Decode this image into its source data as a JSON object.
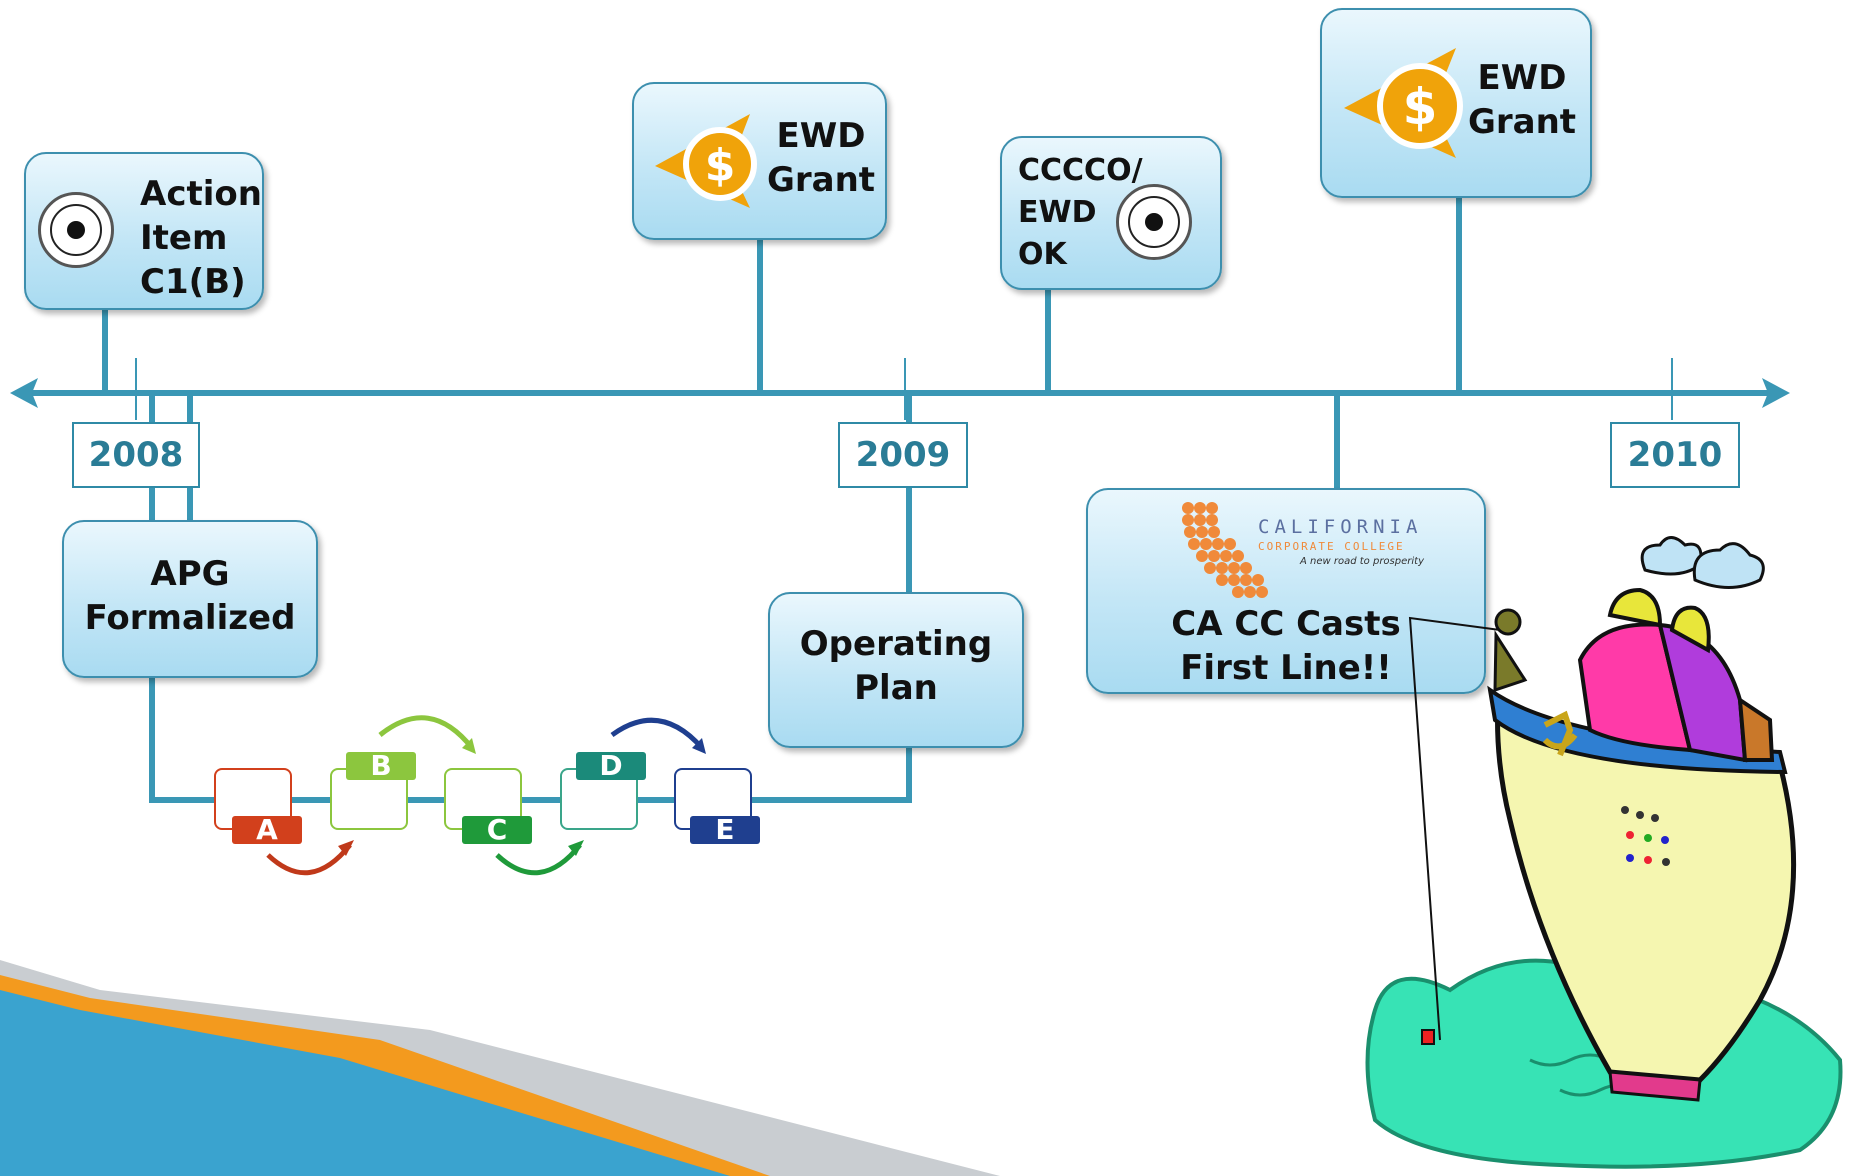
{
  "years": [
    "2008",
    "2009",
    "2010"
  ],
  "events": {
    "action_item": {
      "line1": "Action",
      "line2": "Item",
      "line3": "C1(B)"
    },
    "ewd_grant_1": {
      "line1": "EWD",
      "line2": "Grant"
    },
    "cccco": {
      "line1": "CCCCO/",
      "line2": "EWD",
      "line3": "OK"
    },
    "ewd_grant_2": {
      "line1": "EWD",
      "line2": "Grant"
    },
    "apg": {
      "line1": "APG",
      "line2": "Formalized"
    },
    "operating_plan": {
      "line1": "Operating",
      "line2": "Plan"
    },
    "ca_cc": {
      "line1": "CA CC Casts",
      "line2": "First Line!!"
    }
  },
  "ccc_logo": {
    "name": "CALIFORNIA",
    "sub": "CORPORATE COLLEGE",
    "tagline": "A new road to prosperity"
  },
  "process_steps": [
    "A",
    "B",
    "C",
    "D",
    "E"
  ],
  "colors": {
    "timeline": "#3a97b5",
    "step_a": "#d2401c",
    "step_b": "#8cc63e",
    "step_c": "#1f9a3a",
    "step_d": "#1b8a7a",
    "step_e": "#1f3f8f",
    "money": "#f0a30a"
  },
  "icons": [
    "seal-icon",
    "money-eye-icon",
    "california-map-icon",
    "boat-clipart-icon"
  ]
}
